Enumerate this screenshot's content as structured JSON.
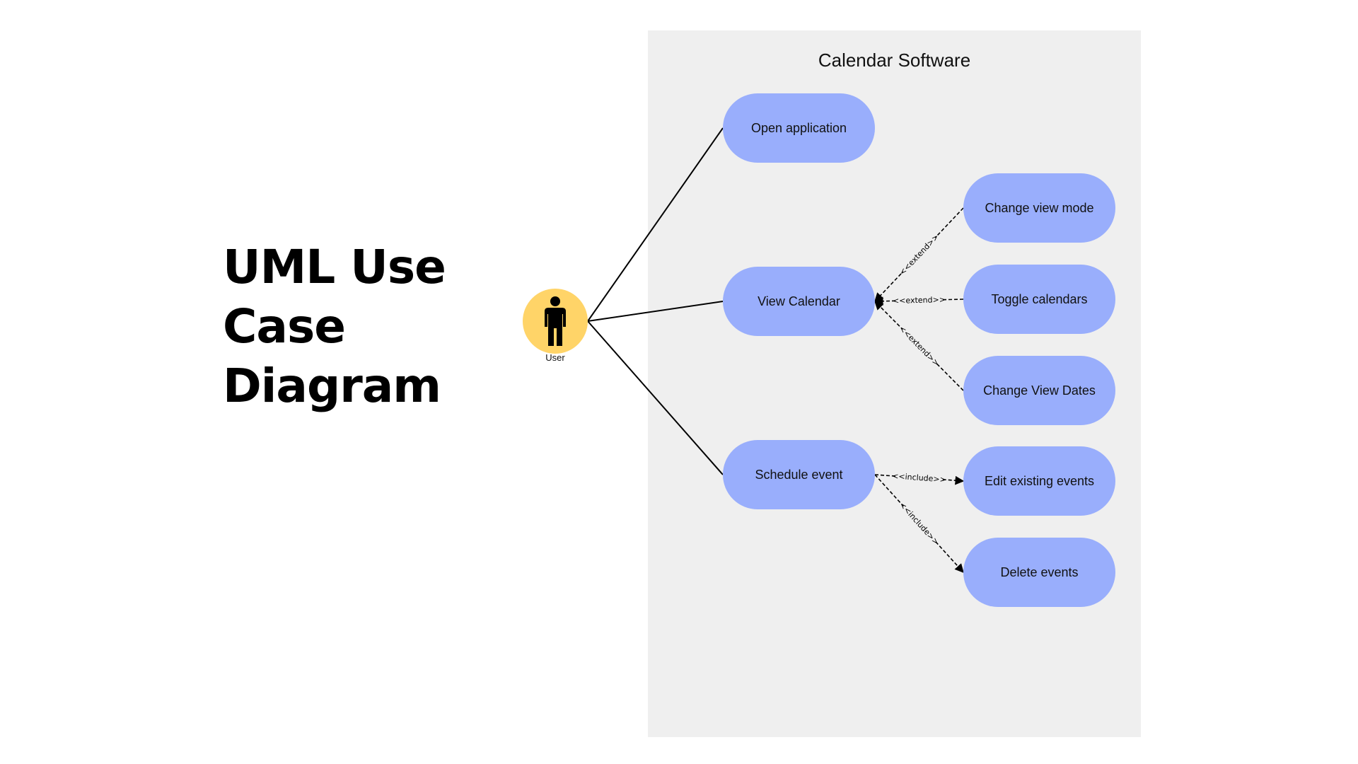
{
  "title_lines": [
    "UML Use",
    "Case",
    "Diagram"
  ],
  "system_name": "Calendar Software",
  "actor": {
    "label": "User",
    "icon": "person-icon",
    "color": "#ffd468"
  },
  "use_case_color": "#99aefc",
  "use_cases": {
    "open_application": "Open application",
    "view_calendar": "View Calendar",
    "schedule_event": "Schedule event",
    "change_view_mode": "Change view mode",
    "toggle_calendars": "Toggle calendars",
    "change_view_dates": "Change View Dates",
    "edit_existing_events": "Edit existing events",
    "delete_events": "Delete events"
  },
  "relations": [
    {
      "from": "actor",
      "to": "open_application",
      "type": "association"
    },
    {
      "from": "actor",
      "to": "view_calendar",
      "type": "association"
    },
    {
      "from": "actor",
      "to": "schedule_event",
      "type": "association"
    },
    {
      "from": "change_view_mode",
      "to": "view_calendar",
      "type": "extend",
      "label": "<<extend>>"
    },
    {
      "from": "toggle_calendars",
      "to": "view_calendar",
      "type": "extend",
      "label": "<<extend>>"
    },
    {
      "from": "change_view_dates",
      "to": "view_calendar",
      "type": "extend",
      "label": "<<extend>>"
    },
    {
      "from": "schedule_event",
      "to": "edit_existing_events",
      "type": "include",
      "label": "<<include>>"
    },
    {
      "from": "schedule_event",
      "to": "delete_events",
      "type": "include",
      "label": "<<include>>"
    }
  ]
}
